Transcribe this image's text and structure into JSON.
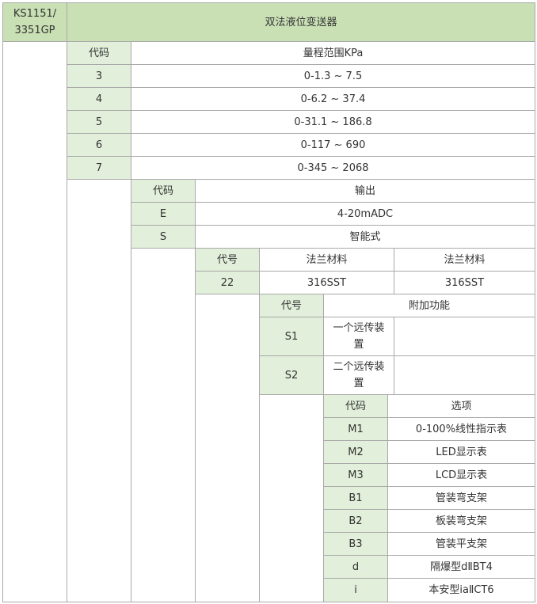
{
  "header": {
    "model": "KS1151/ 3351GP",
    "title": "双法液位变送器"
  },
  "range_table": {
    "code_header": "代码",
    "value_header": "量程范围KPa",
    "rows": [
      {
        "code": "3",
        "value": "0-1.3 ~ 7.5"
      },
      {
        "code": "4",
        "value": "0-6.2 ~ 37.4"
      },
      {
        "code": "5",
        "value": "0-31.1 ~ 186.8"
      },
      {
        "code": "6",
        "value": "0-117 ~ 690"
      },
      {
        "code": "7",
        "value": "0-345 ~ 2068"
      }
    ]
  },
  "output_table": {
    "code_header": "代码",
    "value_header": "输出",
    "rows": [
      {
        "code": "E",
        "value": "4-20mADC"
      },
      {
        "code": "S",
        "value": "智能式"
      }
    ]
  },
  "flange_table": {
    "code_header": "代号",
    "header_a": "法兰材料",
    "header_b": "法兰材料",
    "rows": [
      {
        "code": "22",
        "value_a": "316SST",
        "value_b": "316SST"
      }
    ]
  },
  "extra_table": {
    "code_header": "代号",
    "value_header": "附加功能",
    "rows": [
      {
        "code": "S1",
        "value": "一个远传装置",
        "extra": ""
      },
      {
        "code": "S2",
        "value": "二个远传装置",
        "extra": ""
      }
    ]
  },
  "options_table": {
    "code_header": "代码",
    "value_header": "选项",
    "rows": [
      {
        "code": "M1",
        "value": "0-100%线性指示表"
      },
      {
        "code": "M2",
        "value": "LED显示表"
      },
      {
        "code": "M3",
        "value": "LCD显示表"
      },
      {
        "code": "B1",
        "value": "管装弯支架"
      },
      {
        "code": "B2",
        "value": "板装弯支架"
      },
      {
        "code": "B3",
        "value": "管装平支架"
      },
      {
        "code": "d",
        "value": "隔爆型dⅡBT4"
      },
      {
        "code": "i",
        "value": "本安型iaⅡCT6"
      }
    ]
  },
  "colors": {
    "header_bg": "#c9e0b5",
    "code_bg": "#e2efda",
    "border": "#a9a9a9",
    "text": "#333333"
  }
}
